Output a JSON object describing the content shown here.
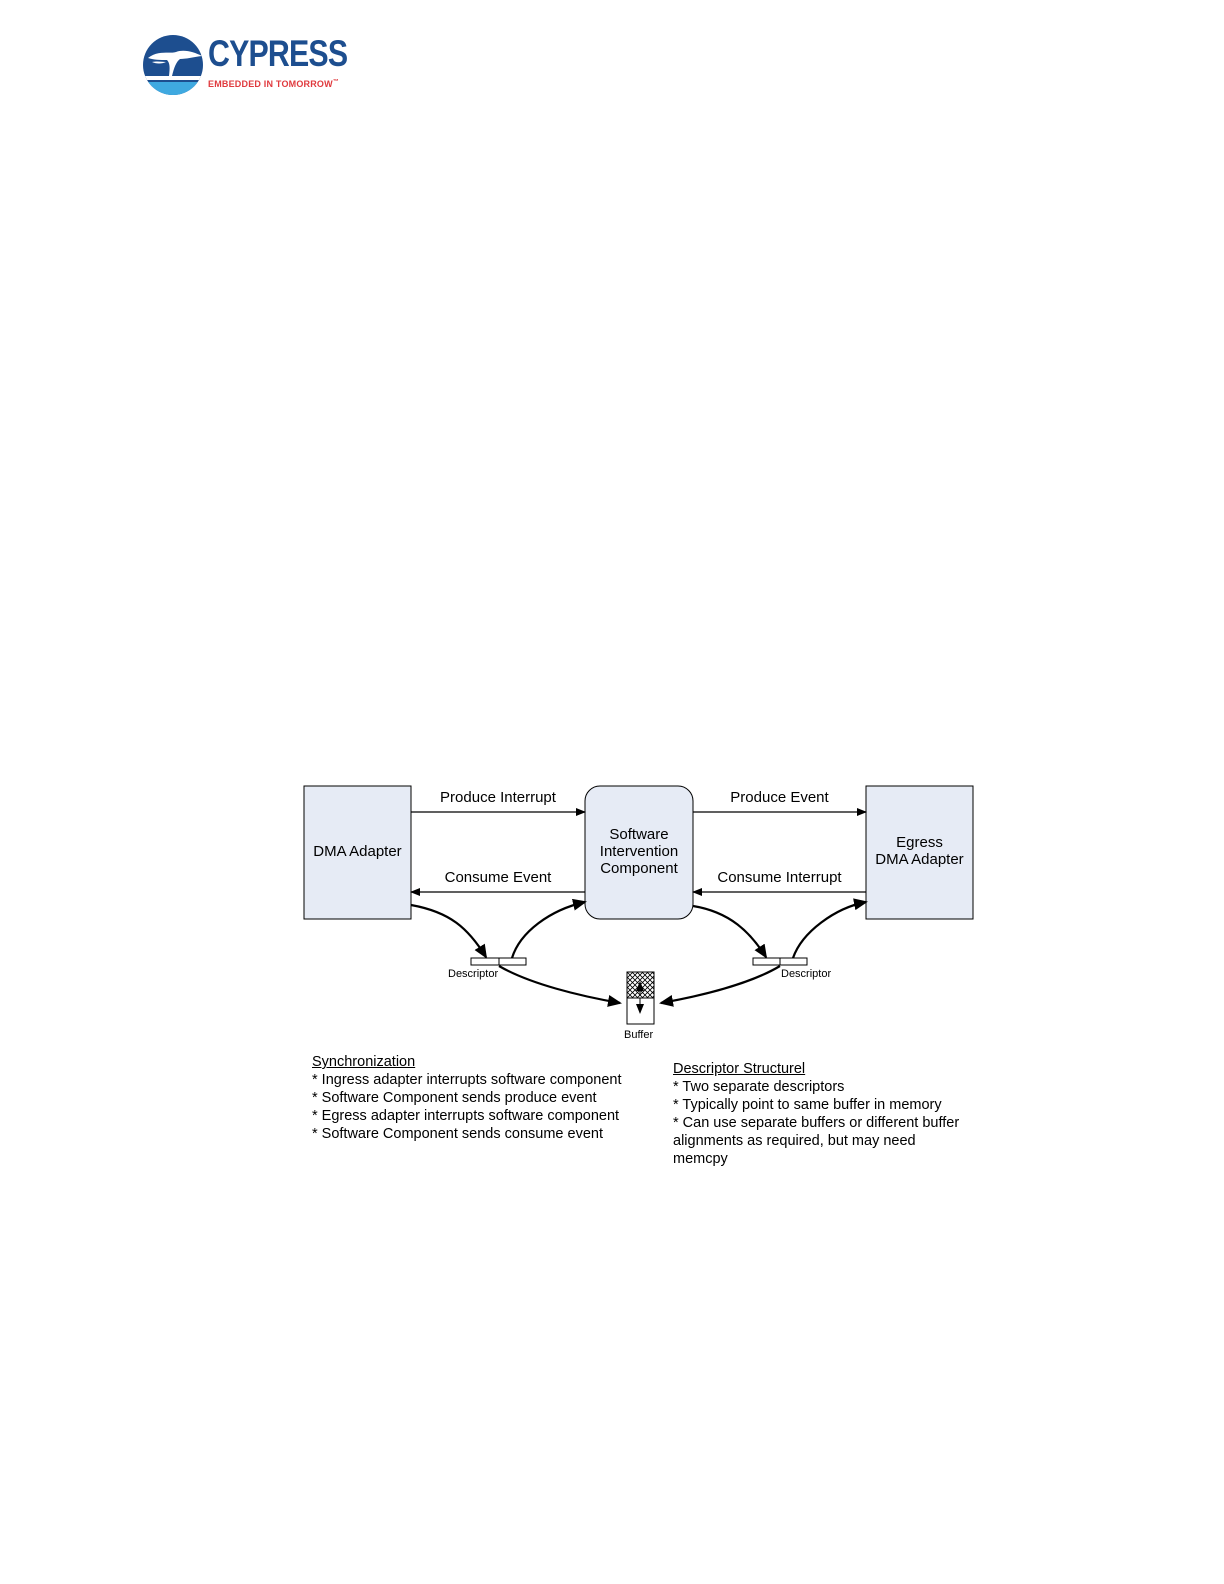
{
  "logo": {
    "wordmark": "CYPRESS",
    "tagline": "EMBEDDED IN TOMORROW",
    "trademark": "™",
    "icon": "cypress-tree-globe-icon",
    "colors": {
      "blue": "#1d4e8f",
      "red": "#e03a3e",
      "light_blue": "#3fa9e0"
    }
  },
  "diagram": {
    "boxes": {
      "dma_adapter": "DMA Adapter",
      "software_component": [
        "Software",
        "Intervention",
        "Component"
      ],
      "egress_adapter": [
        "Egress",
        "DMA Adapter"
      ]
    },
    "arrows": {
      "produce_interrupt": "Produce Interrupt",
      "consume_event": "Consume Event",
      "produce_event": "Produce Event",
      "consume_interrupt": "Consume Interrupt"
    },
    "descriptor_left": "Descriptor",
    "descriptor_right": "Descriptor",
    "buffer": "Buffer",
    "colors": {
      "box_fill": "#e6ebf5",
      "stroke": "#000000"
    }
  },
  "notes": {
    "synchronization": {
      "heading": "Synchronization",
      "items": [
        "* Ingress adapter interrupts software  component",
        "* Software Component sends produce event",
        "* Egress adapter interrupts software  component",
        "* Software Component sends consume event"
      ]
    },
    "descriptor_structure": {
      "heading": "Descriptor Structurel",
      "items": [
        "* Two separate descriptors",
        "* Typically point to same buffer in memory",
        "* Can use separate buffers or different buffer alignments as required, but may need memcpy"
      ]
    }
  }
}
